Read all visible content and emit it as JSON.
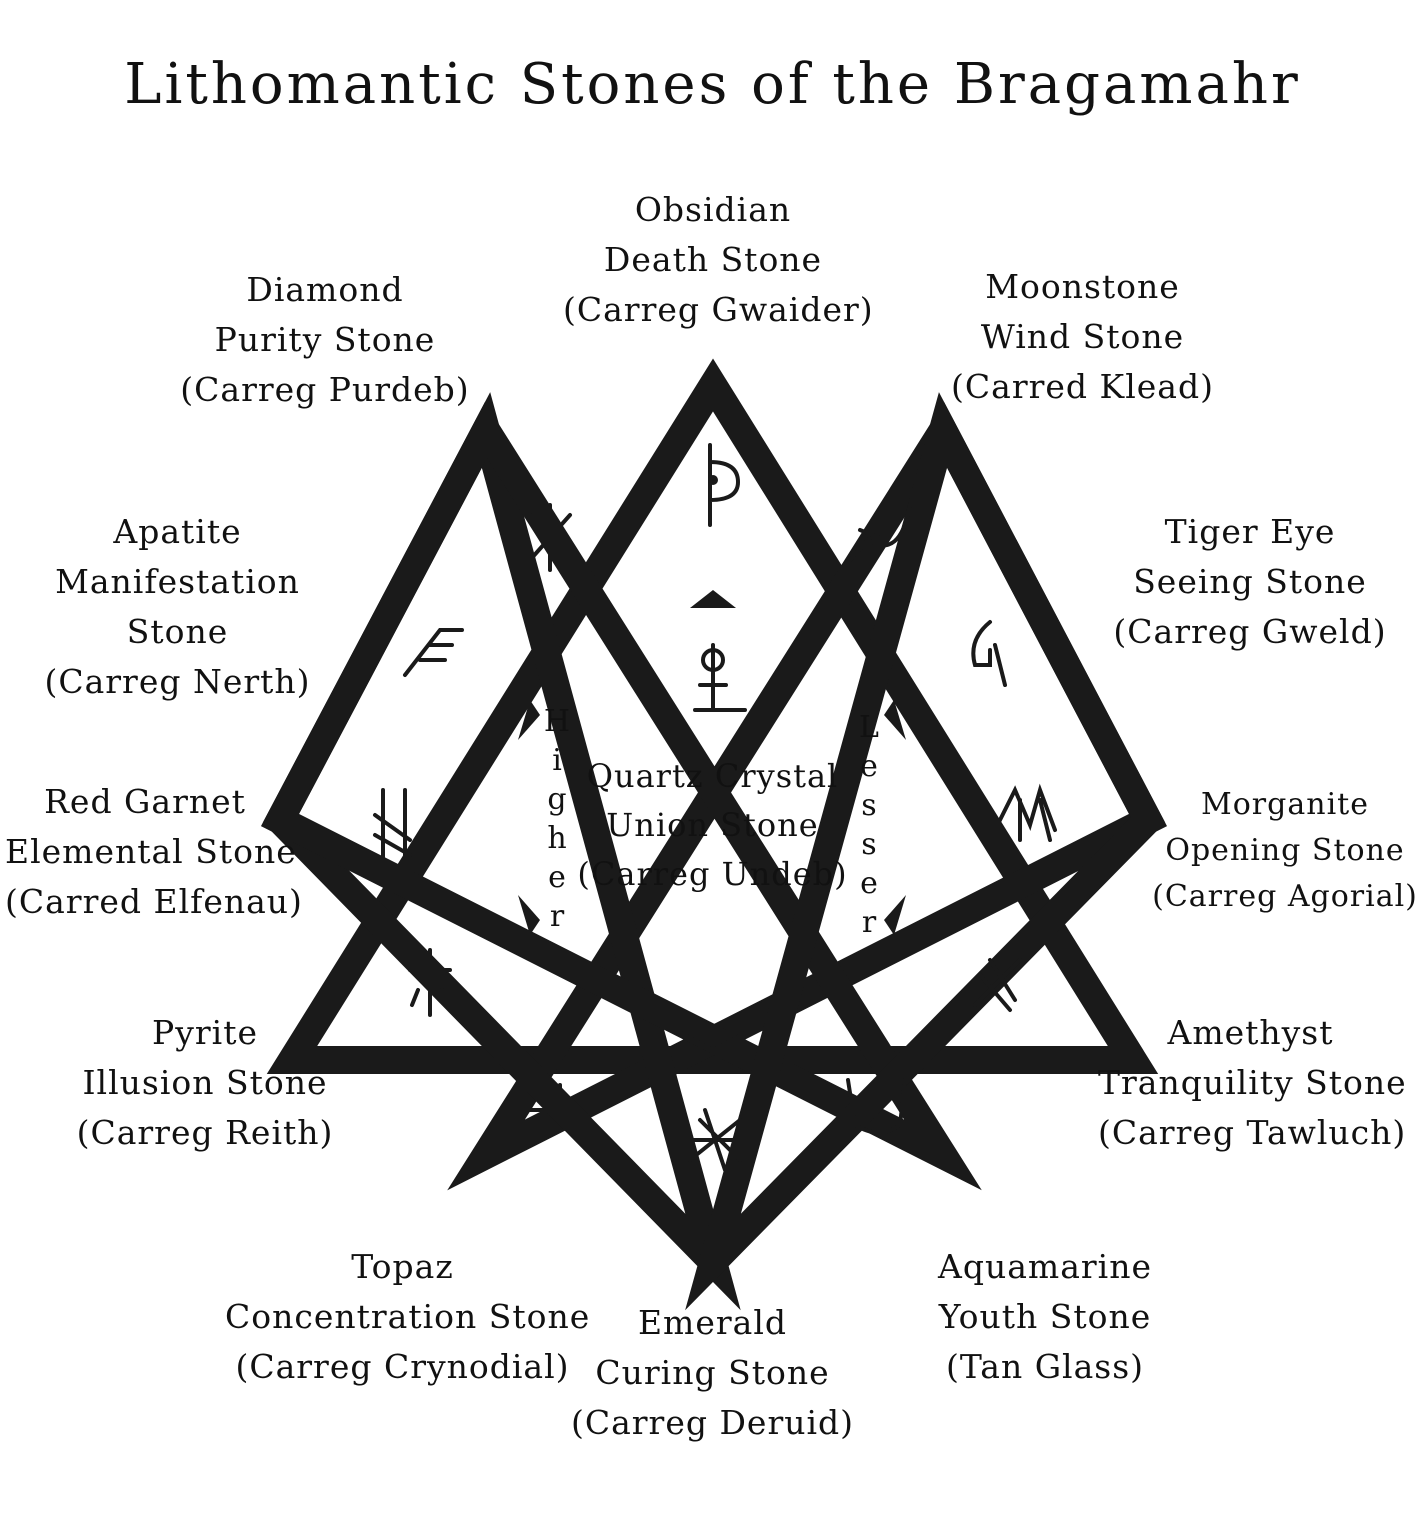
{
  "title": "Lithomantic Stones of the Bragamahr",
  "center": {
    "lines": [
      "Quartz Crystal",
      "Union Stone",
      "(Carreg Undeb)"
    ],
    "left_word": "Higher",
    "right_word": "Lesser"
  },
  "stones": [
    {
      "id": "obsidian",
      "lines": [
        "Obsidian",
        "Death Stone",
        "(Carreg Gwaider)"
      ]
    },
    {
      "id": "moonstone",
      "lines": [
        "Moonstone",
        "Wind Stone",
        "(Carred Klead)"
      ]
    },
    {
      "id": "tiger-eye",
      "lines": [
        "Tiger Eye",
        "Seeing Stone",
        "(Carreg Gweld)"
      ]
    },
    {
      "id": "morganite",
      "lines": [
        "Morganite",
        "Opening Stone",
        "(Carreg Agorial)"
      ]
    },
    {
      "id": "amethyst",
      "lines": [
        "Amethyst",
        "Tranquility Stone",
        "(Carreg Tawluch)"
      ]
    },
    {
      "id": "aquamarine",
      "lines": [
        "Aquamarine",
        "Youth Stone",
        "(Tan Glass)"
      ]
    },
    {
      "id": "emerald",
      "lines": [
        "Emerald",
        "Curing Stone",
        "(Carreg Deruid)"
      ]
    },
    {
      "id": "topaz",
      "lines": [
        "Topaz",
        "Concentration Stone",
        "(Carreg Crynodial)"
      ]
    },
    {
      "id": "pyrite",
      "lines": [
        "Pyrite",
        "Illusion Stone",
        "(Carreg Reith)"
      ]
    },
    {
      "id": "red-garnet",
      "lines": [
        "Red Garnet",
        "Elemental Stone",
        "(Carred Elfenau)"
      ]
    },
    {
      "id": "apatite",
      "lines": [
        "Apatite",
        "Manifestation",
        "Stone",
        "(Carreg Nerth)"
      ]
    },
    {
      "id": "diamond",
      "lines": [
        "Diamond",
        "Purity Stone",
        "(Carreg Purdeb)"
      ]
    }
  ]
}
